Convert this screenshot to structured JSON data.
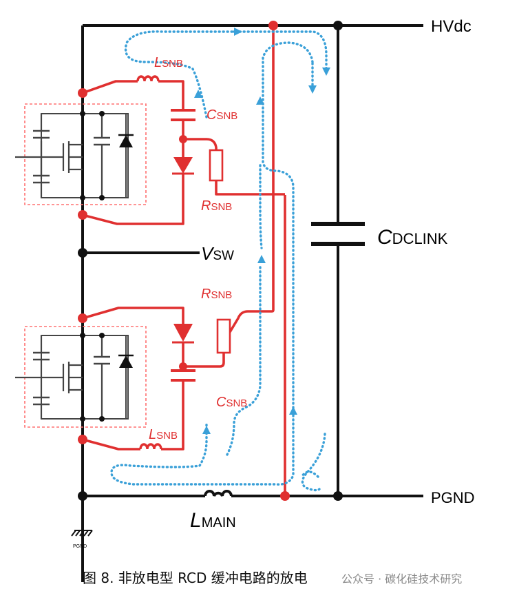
{
  "labels": {
    "hvdc": "HVdc",
    "pgnd": "PGND",
    "pgnd_small": "PGND",
    "cdclink_main": "C",
    "cdclink_sub": "DCLINK",
    "vsw_main": "V",
    "vsw_sub": "SW",
    "lmain_main": "L",
    "lmain_sub": "MAIN",
    "lsnb_top_main": "L",
    "lsnb_top_sub": "SNB",
    "csnb_top_main": "C",
    "csnb_top_sub": "SNB",
    "rsnb_top_main": "R",
    "rsnb_top_sub": "SNB",
    "rsnb_bot_main": "R",
    "rsnb_bot_sub": "SNB",
    "csnb_bot_main": "C",
    "csnb_bot_sub": "SNB",
    "lsnb_bot_main": "L",
    "lsnb_bot_sub": "SNB"
  },
  "caption": "图 8. 非放电型 RCD 缓冲电路的放电",
  "watermark": "公众号 · 碳化硅技术研究",
  "colors": {
    "power_wire": "#111111",
    "snubber": "#e03030",
    "current_path": "#3aa0d8",
    "module_box": "#ff7070",
    "device": "#444444"
  }
}
